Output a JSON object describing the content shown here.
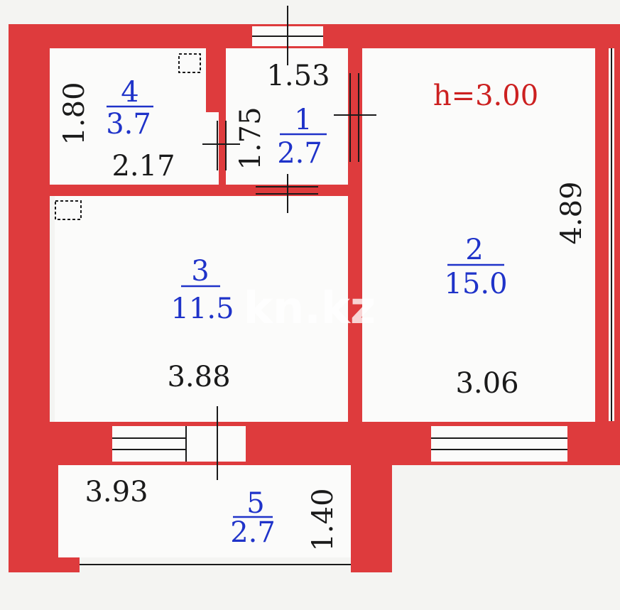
{
  "plan": {
    "ceiling_height": "h=3.00",
    "watermark": "kn.kz",
    "colors": {
      "wall": "#de3b3d",
      "room_number": "#1f33c9",
      "height_label": "#cc2020",
      "dimension": "#1a1a1a"
    },
    "rooms": [
      {
        "number": "1",
        "area": "2.7"
      },
      {
        "number": "2",
        "area": "15.0"
      },
      {
        "number": "3",
        "area": "11.5"
      },
      {
        "number": "4",
        "area": "3.7"
      },
      {
        "number": "5",
        "area": "2.7"
      }
    ],
    "dimensions": {
      "room4_height": "1.80",
      "room4_width": "2.17",
      "room1_width": "1.53",
      "room1_height": "1.75",
      "room2_height": "4.89",
      "room3_width": "3.88",
      "room2_width": "3.06",
      "room5_width": "3.93",
      "room5_height": "1.40"
    }
  }
}
